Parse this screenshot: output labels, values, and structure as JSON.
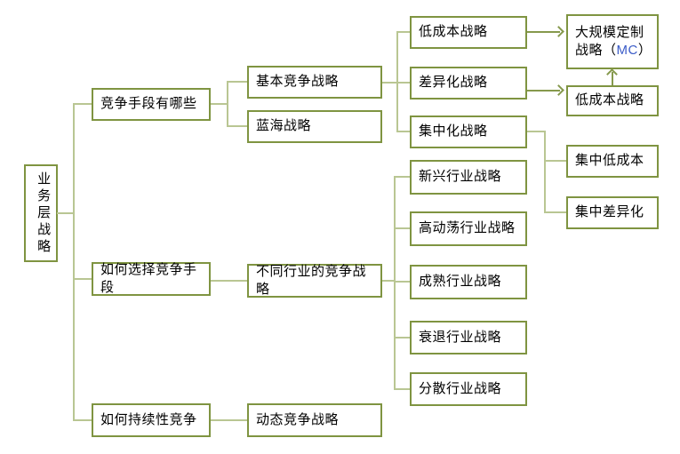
{
  "colors": {
    "box_border": "#7f9441",
    "connector": "#b9c693",
    "arrow": "#86994d",
    "mc_highlight": "#3b5cc8",
    "text": "#000000",
    "background": "#ffffff"
  },
  "nodes": {
    "root": "业务层战略",
    "competition_means": "竞争手段有哪些",
    "basic_competition": "基本竞争战略",
    "blue_ocean": "蓝海战略",
    "low_cost": "低成本战略",
    "differentiation": "差异化战略",
    "focus": "集中化战略",
    "mass_customization_prefix": "大规模定制战略（",
    "mass_customization_code": "MC",
    "mass_customization_suffix": "）",
    "low_cost_2": "低成本战略",
    "focus_low_cost": "集中低成本",
    "focus_differentiation": "集中差异化",
    "how_to_choose": "如何选择竞争手段",
    "industry_strategies": "不同行业的竞争战略",
    "emerging_industry": "新兴行业战略",
    "turbulent_industry": "高动荡行业战略",
    "mature_industry": "成熟行业战略",
    "declining_industry": "衰退行业战略",
    "fragmented_industry": "分散行业战略",
    "sustained_competition": "如何持续性竞争",
    "dynamic_competition": "动态竞争战略"
  }
}
